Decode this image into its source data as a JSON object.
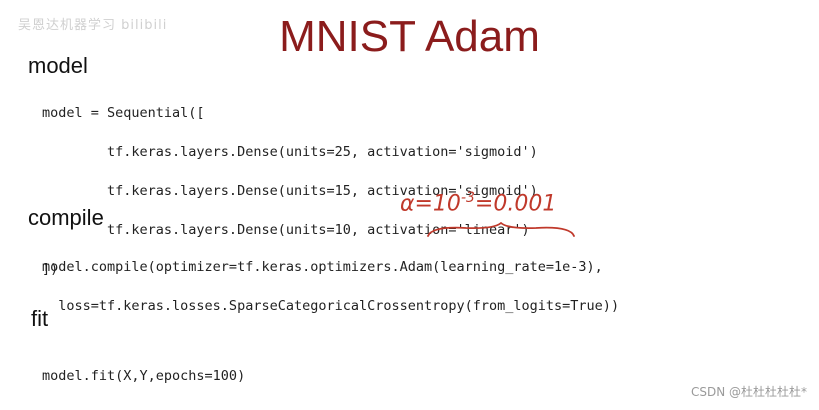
{
  "watermark": {
    "top_left": "吴恩达机器学习 bilibili",
    "bottom_right": "CSDN @杜杜杜杜杜*"
  },
  "title": "MNIST Adam",
  "sections": {
    "model": {
      "heading": "model",
      "lines": [
        "model = Sequential([",
        "        tf.keras.layers.Dense(units=25, activation='sigmoid')",
        "        tf.keras.layers.Dense(units=15, activation='sigmoid')",
        "        tf.keras.layers.Dense(units=10, activation='linear')",
        "])"
      ]
    },
    "compile": {
      "heading": "compile",
      "lines": [
        "model.compile(optimizer=tf.keras.optimizers.Adam(learning_rate=1e-3),",
        "  loss=tf.keras.losses.SparseCategoricalCrossentropy(from_logits=True))"
      ]
    },
    "fit": {
      "heading": "fit",
      "lines": [
        "model.fit(X,Y,epochs=100)"
      ]
    }
  },
  "annotation": {
    "prefix": "α=10",
    "exponent": "-3",
    "suffix": "=0.001"
  },
  "colors": {
    "title": "#8b1c1c",
    "annotation": "#c0392b"
  }
}
